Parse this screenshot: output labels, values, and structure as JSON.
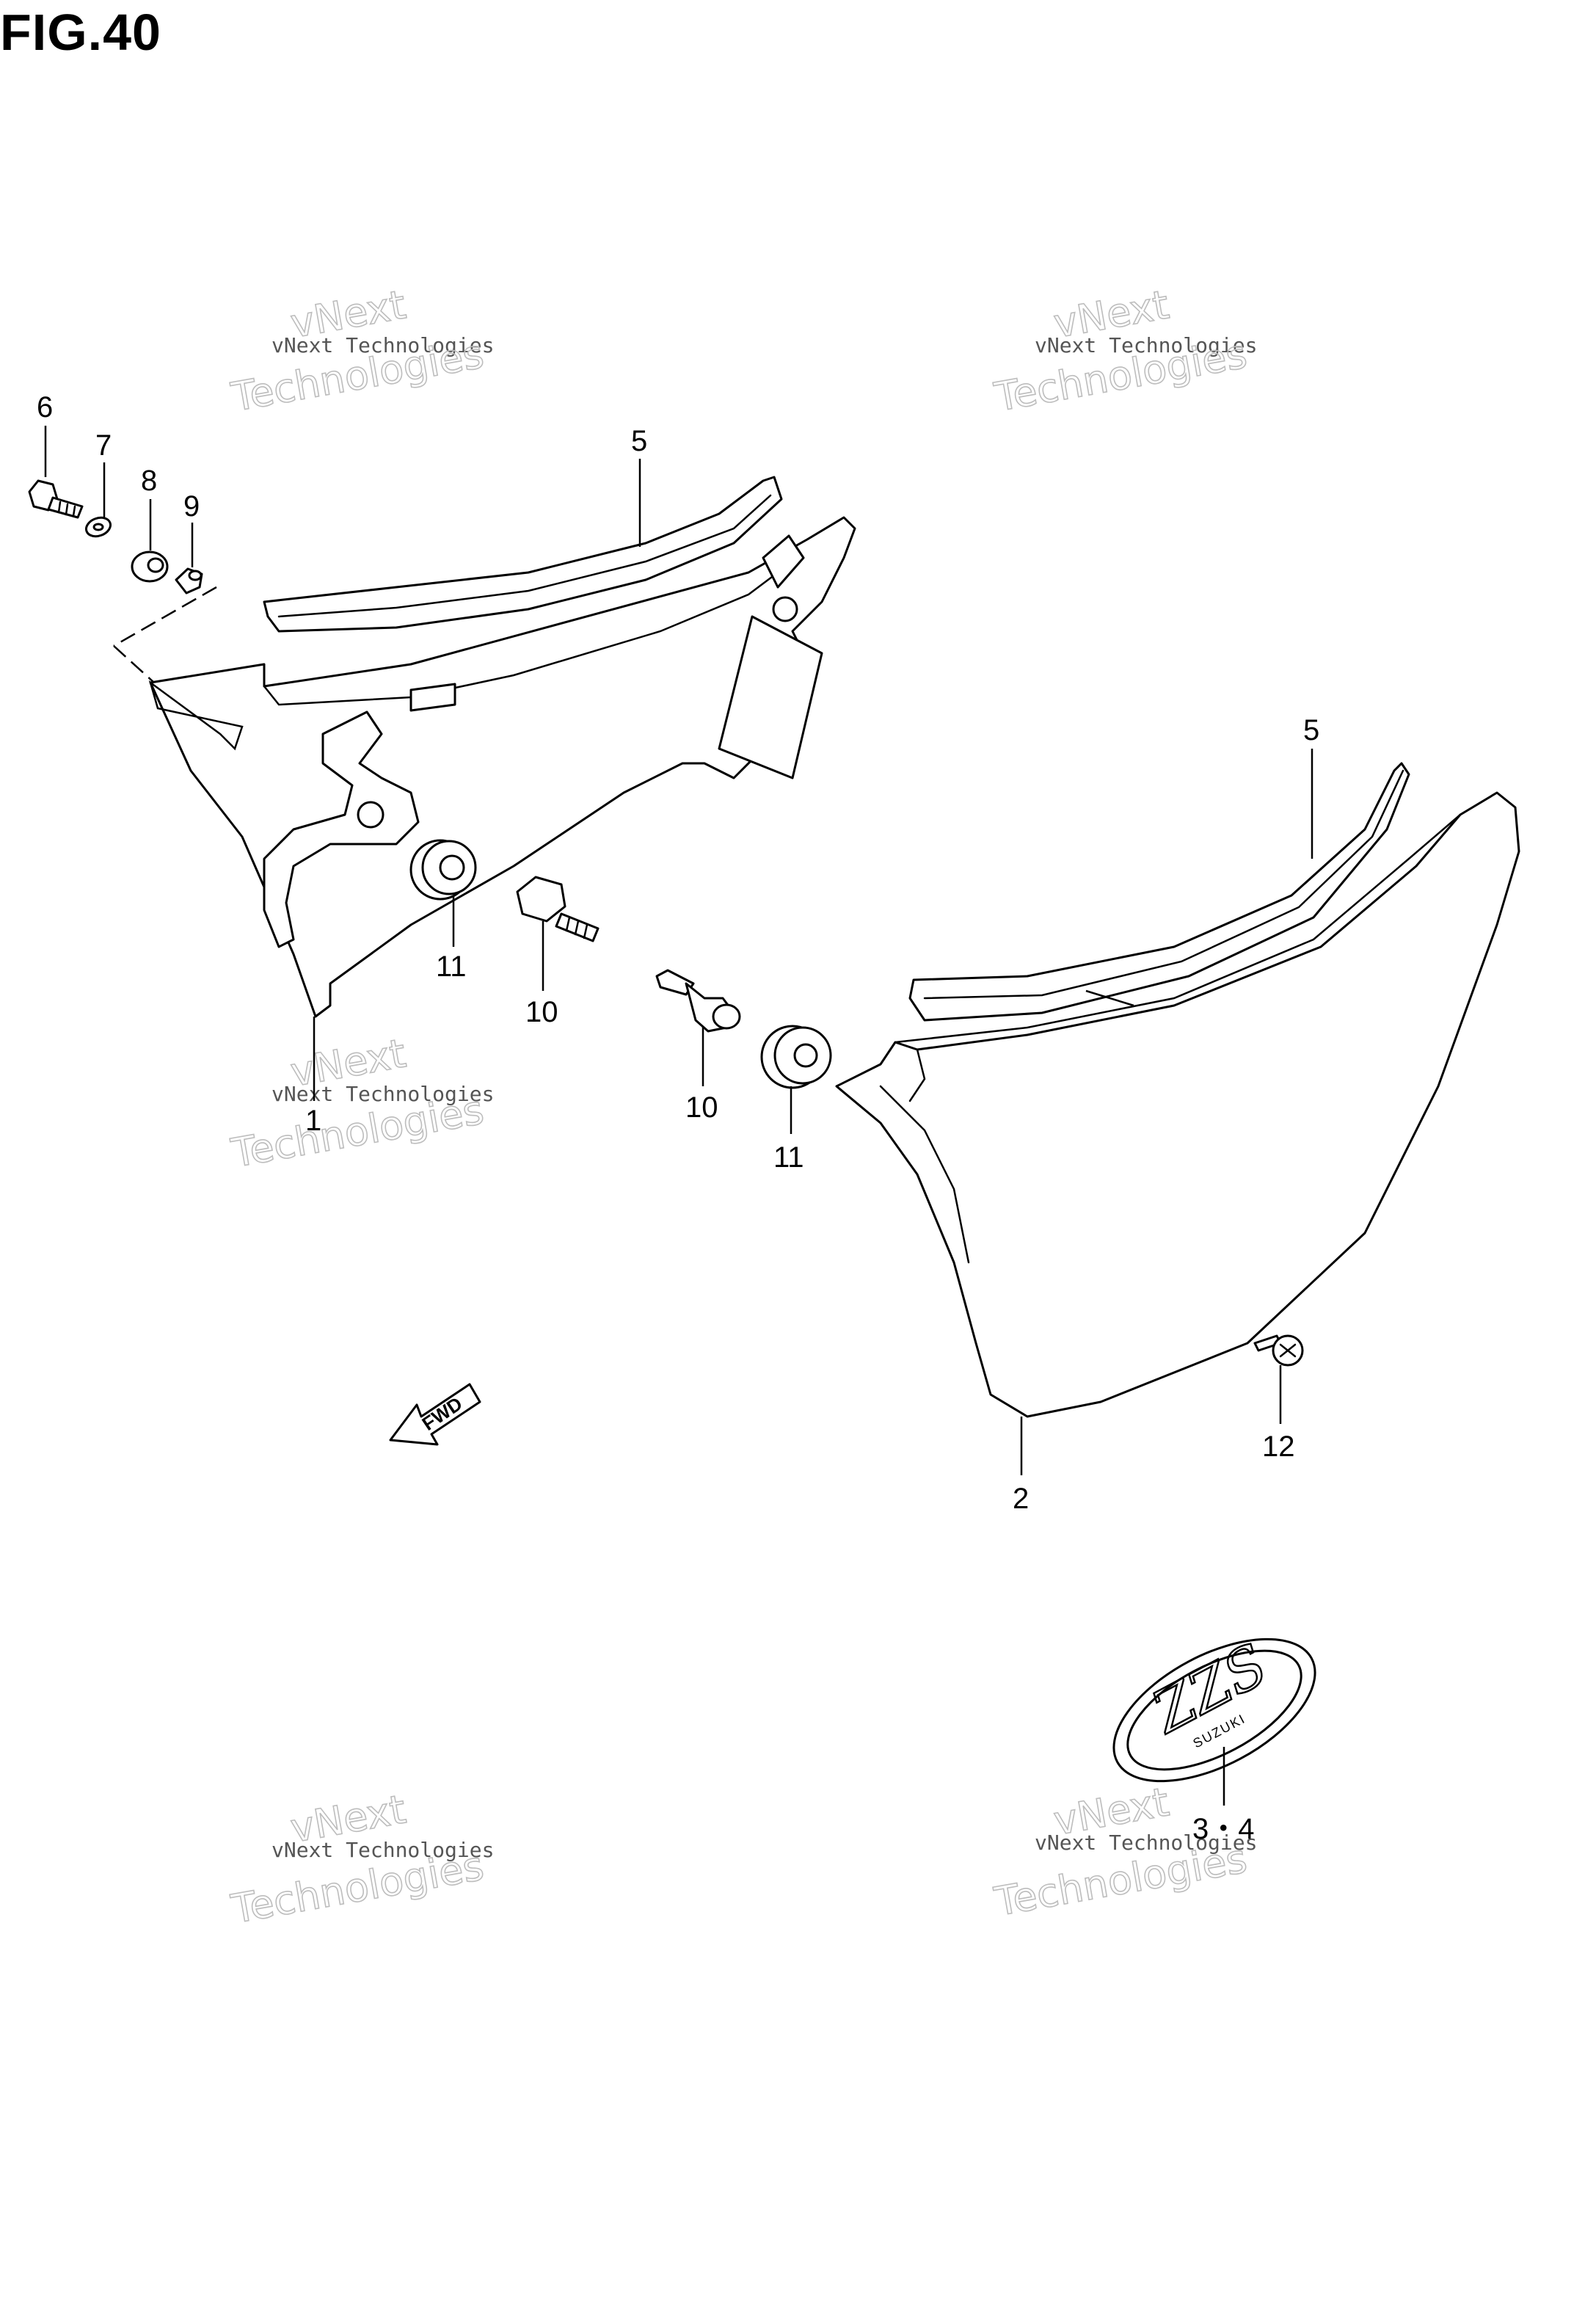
{
  "figure": {
    "title": "FIG.40",
    "fwd_label": "FWD",
    "emblem_text": "ZZS",
    "emblem_subtext": "SUZUKI"
  },
  "watermark": {
    "line1": "vNext Technologies",
    "line2": "vNext",
    "line3": "Technologies"
  },
  "callouts": {
    "c1": "1",
    "c2": "2",
    "c34": "3・4",
    "c5a": "5",
    "c5b": "5",
    "c6": "6",
    "c7": "7",
    "c8": "8",
    "c9": "9",
    "c10a": "10",
    "c10b": "10",
    "c11a": "11",
    "c11b": "11",
    "c12": "12"
  }
}
